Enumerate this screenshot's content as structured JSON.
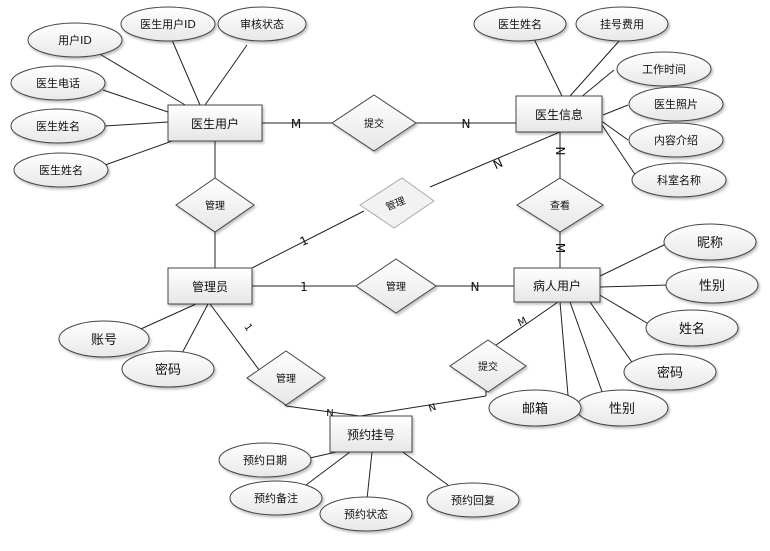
{
  "diagram": {
    "entities": {
      "doctor_user": "医生用户",
      "doctor_info": "医生信息",
      "admin": "管理员",
      "patient": "病人用户",
      "appointment": "预约挂号"
    },
    "relations": {
      "submit_doctor": "提交",
      "manage_admin_doctor": "管理",
      "manage_admin_info": "管理",
      "view": "查看",
      "manage_admin_patient": "管理",
      "manage_admin_appt": "管理",
      "submit_patient": "提交"
    },
    "attributes": {
      "doctor_user": [
        "用户ID",
        "医生用户ID",
        "审核状态",
        "医生电话",
        "医生姓名",
        "医生姓名"
      ],
      "doctor_info": [
        "医生姓名",
        "挂号费用",
        "工作时间",
        "医生照片",
        "内容介绍",
        "科室名称"
      ],
      "admin": [
        "账号",
        "密码"
      ],
      "patient": [
        "昵称",
        "性别",
        "姓名",
        "密码",
        "性别",
        "邮箱"
      ],
      "appointment": [
        "预约日期",
        "预约备注",
        "预约状态",
        "预约回复"
      ]
    },
    "cardinalities": {
      "doctor_submit_user": "M",
      "doctor_submit_info": "N",
      "manage_info_admin": "1",
      "manage_info_info": "N",
      "view_info": "N",
      "view_patient": "M",
      "manage_patient_admin": "1",
      "manage_patient_patient": "N",
      "appt_admin": "1",
      "appt_appt_from_admin": "N",
      "appt_appt_from_patient": "N",
      "appt_patient": "M"
    }
  }
}
